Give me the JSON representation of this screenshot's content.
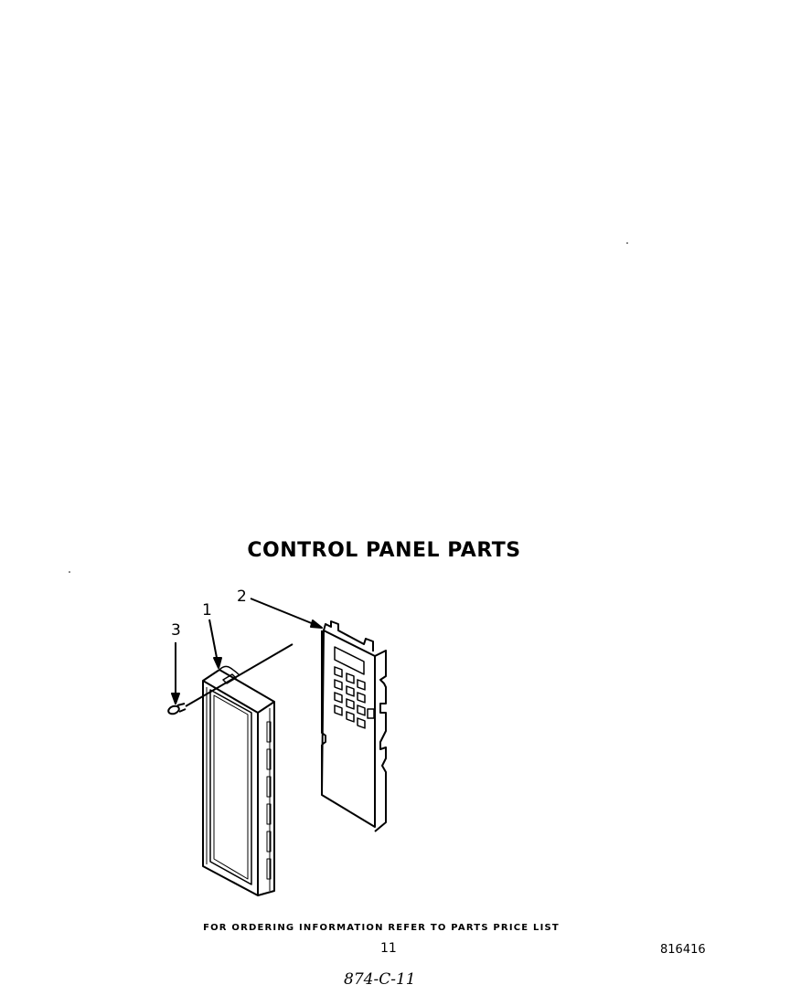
{
  "title": "CONTROL PANEL PARTS",
  "callouts": [
    {
      "number": "1",
      "part": "control panel frame"
    },
    {
      "number": "2",
      "part": "control panel board with keypad"
    },
    {
      "number": "3",
      "part": "screw"
    }
  ],
  "footer": {
    "note": "FOR ORDERING INFORMATION REFER TO PARTS PRICE LIST",
    "page_number": "11",
    "document_number": "816416",
    "handwritten_ref": "874-C-11"
  },
  "colors": {
    "ink": "#000000",
    "paper": "#ffffff"
  }
}
